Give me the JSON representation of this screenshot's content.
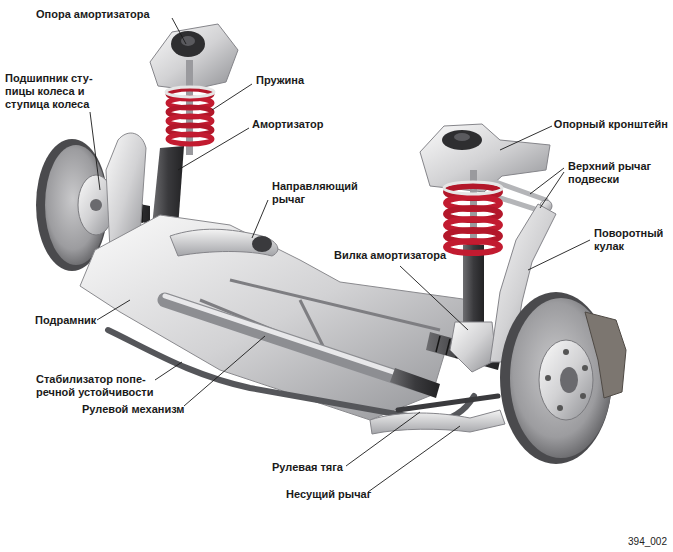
{
  "diagram": {
    "labels": [
      "Опора амортизатора",
      "Подшипник сту- пицы колеса и ступица колеса",
      "Пружина",
      "Амортизатор",
      "Опорный кронштейн",
      "Верхний рычаг подвески",
      "Направляющий рычаг",
      "Поворотный кулак",
      "Вилка амортизатора",
      "Подрамник",
      "Стабилизатор попе- речной устойчивости",
      "Рулевой механизм",
      "Рулевая тяга",
      "Несущий рычаг",
      "394_002"
    ]
  }
}
